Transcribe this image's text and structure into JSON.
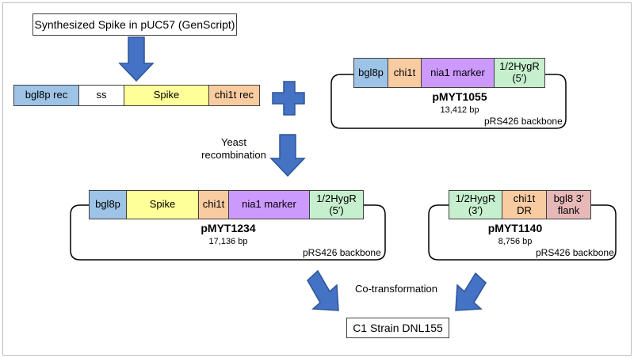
{
  "source_box": {
    "text": "Synthesized Spike in pUC57 (GenScript)"
  },
  "insert": {
    "segments": [
      "bgl8p rec",
      "ss",
      "Spike",
      "chi1t rec"
    ]
  },
  "pMYT1055": {
    "name": "pMYT1055",
    "size": "13,412 bp",
    "backbone": "pRS426 backbone",
    "segments": [
      "bgl8p",
      "chi1t",
      "nia1 marker",
      "1/2HygR\n(5′)"
    ]
  },
  "recombination_label": "Yeast\nrecombination",
  "pMYT1234": {
    "name": "pMYT1234",
    "size": "17,136 bp",
    "backbone": "pRS426 backbone",
    "segments": [
      "bgl8p",
      "Spike",
      "chi1t",
      "nia1 marker",
      "1/2HygR\n(5′)"
    ]
  },
  "pMYT1140": {
    "name": "pMYT1140",
    "size": "8,756 bp",
    "backbone": "pRS426 backbone",
    "segments": [
      "1/2HygR\n(3′)",
      "chi1t\nDR",
      "bgl8 3′\nflank"
    ]
  },
  "cotransformation_label": "Co-transformation",
  "result_box": {
    "text": "C1 Strain DNL155"
  },
  "colors": {
    "blue": "#9dc3e6",
    "yellow": "#ffff99",
    "orange": "#f8cba0",
    "purple": "#cc99ff",
    "green": "#c6efce",
    "pink": "#e6b8b7",
    "arrow": "#4472c4",
    "arrow_stroke": "#2f5496"
  }
}
